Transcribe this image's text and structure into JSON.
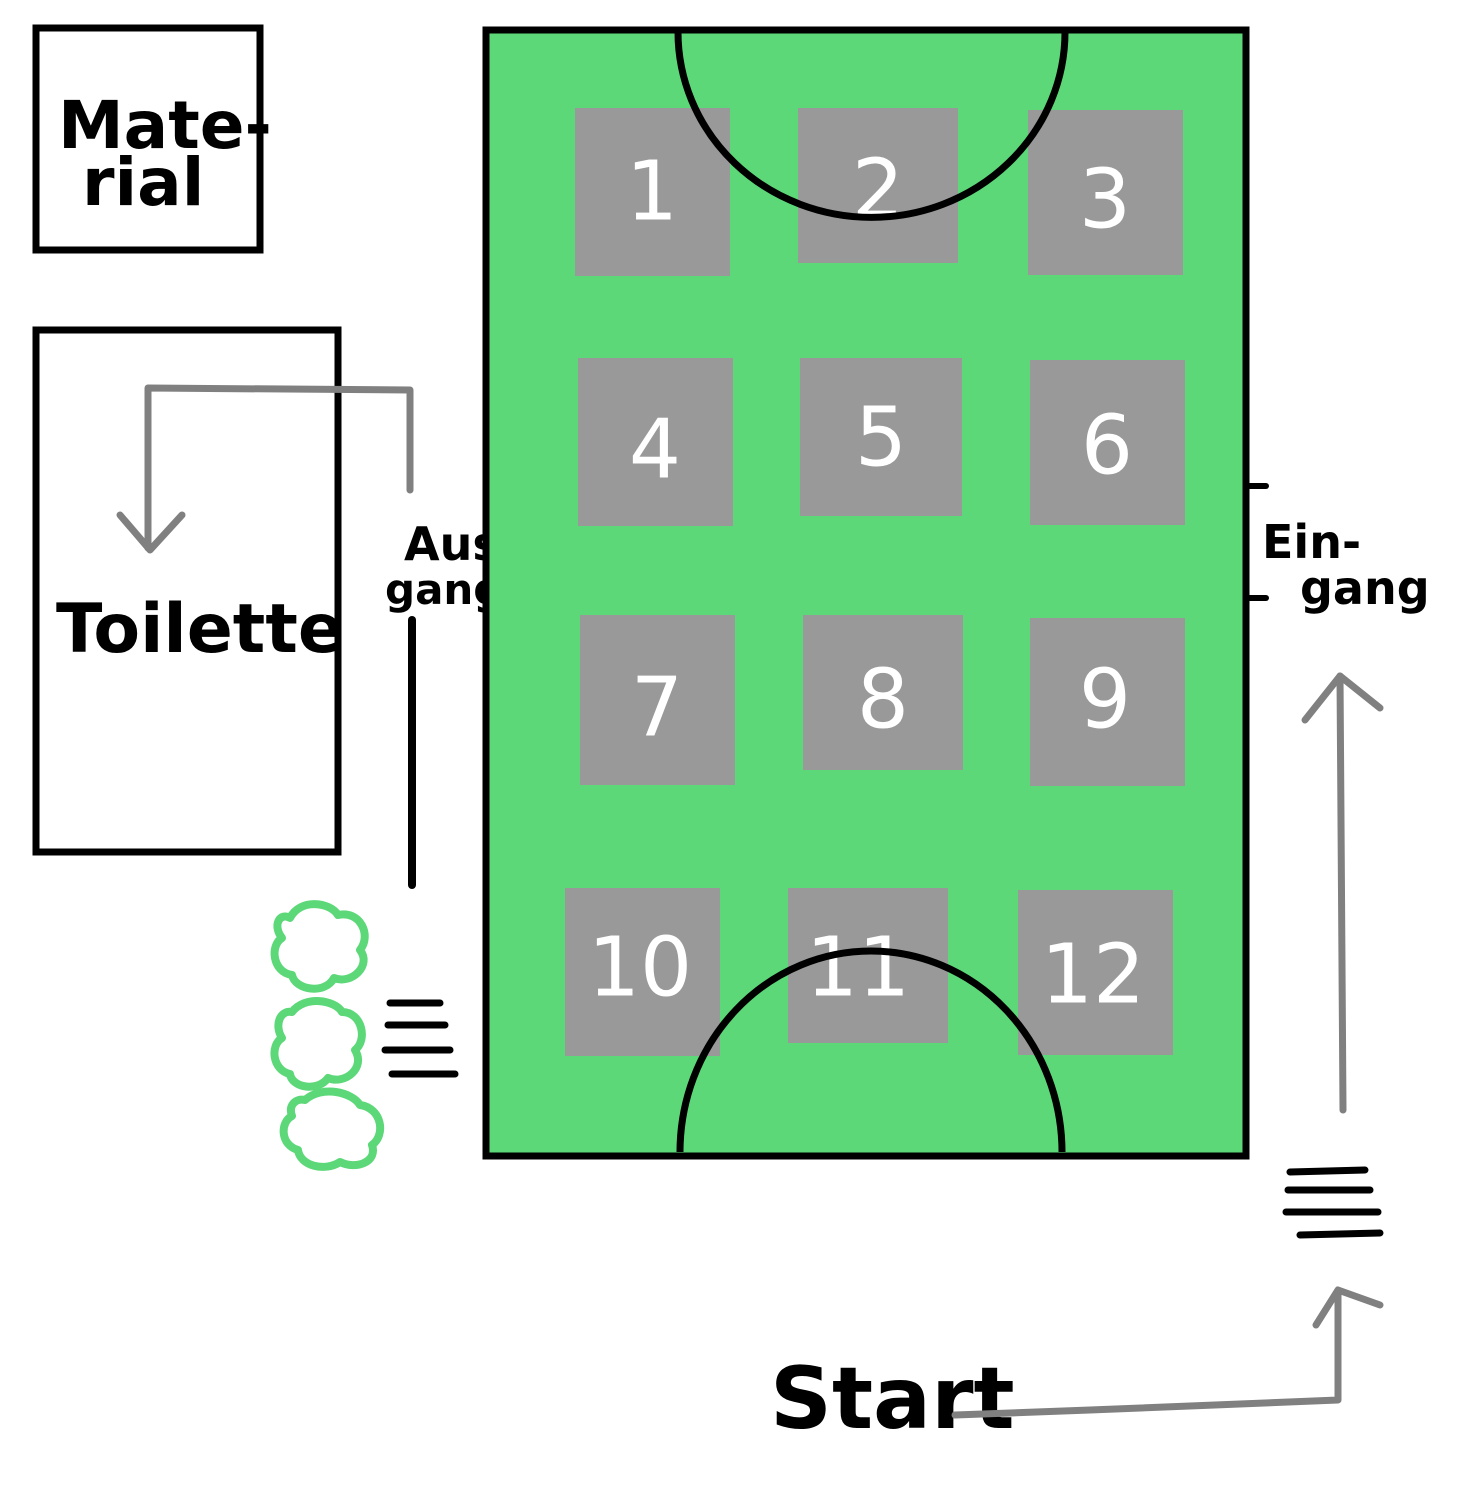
{
  "labels": {
    "material_line1": "Mate-",
    "material_line2": "rial",
    "toilette": "Toilette",
    "ausgang_line1": "Aus-",
    "ausgang_line2": "gang",
    "eingang_line1": "Ein-",
    "eingang_line2": "gang",
    "start": "Start"
  },
  "stations": [
    "1",
    "2",
    "3",
    "4",
    "5",
    "6",
    "7",
    "8",
    "9",
    "10",
    "11",
    "12"
  ],
  "colors": {
    "field": "#5cd879",
    "station": "#999999",
    "arrow": "#808080",
    "bush": "#5cd879",
    "outline": "#000000"
  }
}
